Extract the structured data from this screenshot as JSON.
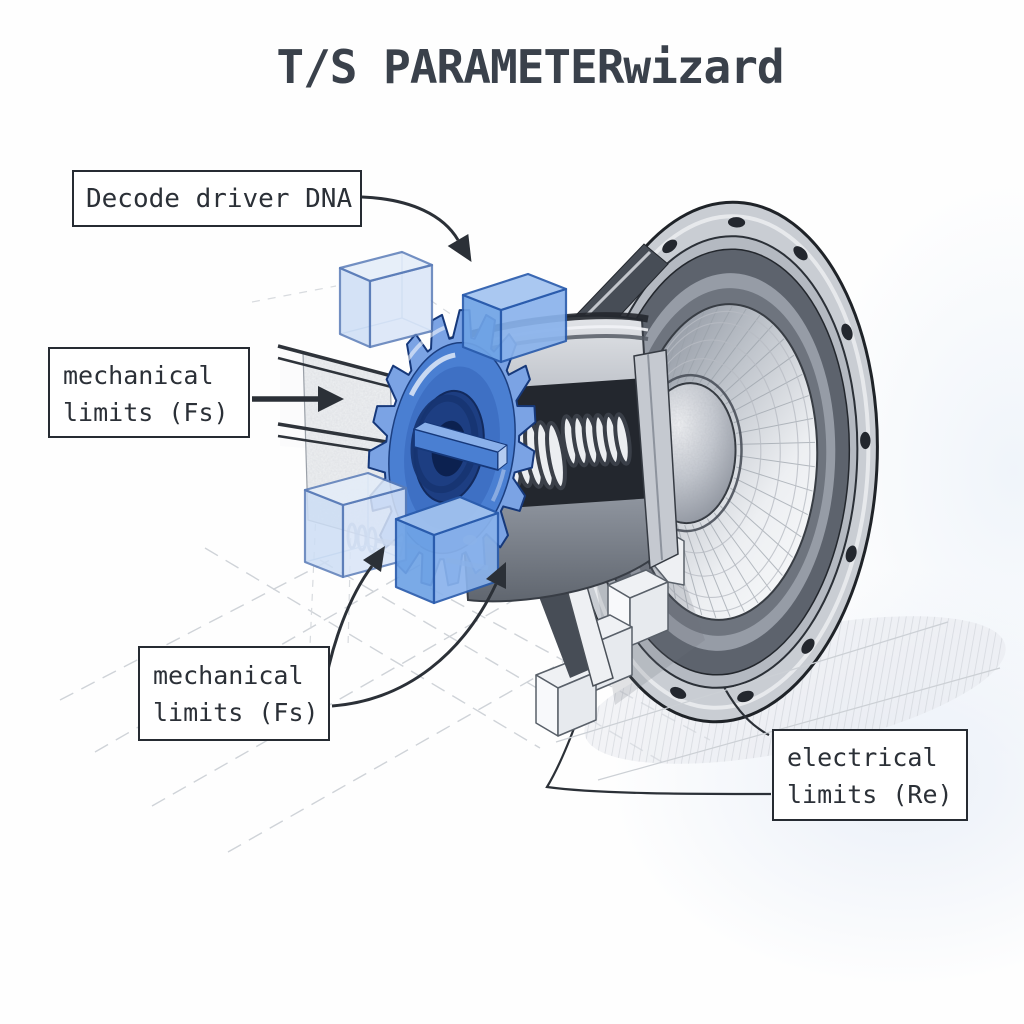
{
  "title": "T/S PARAMETERwizard",
  "callouts": {
    "decode": {
      "text": "Decode driver DNA"
    },
    "mech_top": {
      "line1": "mechanical",
      "line2": "limits (Fs)"
    },
    "mech_bottom": {
      "line1": "mechanical",
      "line2": "limits (Fs)"
    },
    "electrical": {
      "line1": "electrical",
      "line2": "limits (Re)"
    }
  },
  "illustration": {
    "subject": "cutaway-loudspeaker-driver-with-gear-and-parameter-cubes",
    "ink": "#2b3037",
    "accent_blue": "#4a7fd2",
    "cube_blue": "#6fa3e6",
    "metal_light": "#c9cdd3",
    "metal_dark": "#5d636d",
    "callout_border": "#262b32",
    "title_color": "#3a414b"
  }
}
